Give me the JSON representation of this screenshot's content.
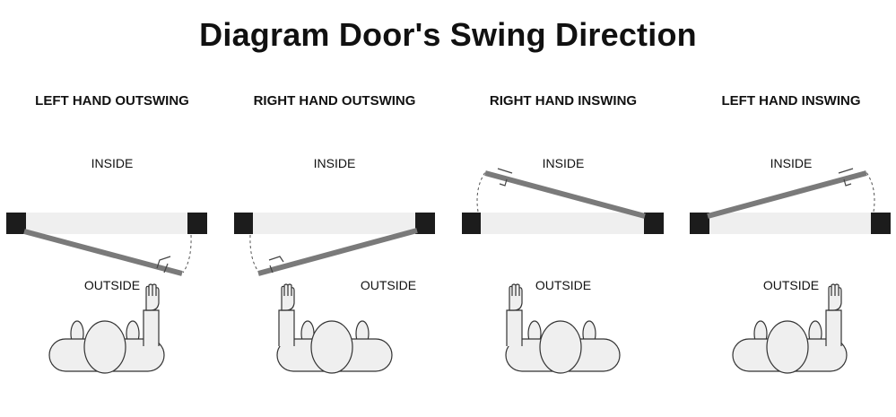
{
  "title": "Diagram Door's Swing Direction",
  "panels": [
    {
      "heading": "LEFT HAND OUTSWING",
      "inside_label": "INSIDE",
      "outside_label": "OUTSIDE"
    },
    {
      "heading": "RIGHT HAND OUTSWING",
      "inside_label": "INSIDE",
      "outside_label": "OUTSIDE"
    },
    {
      "heading": "RIGHT HAND INSWING",
      "inside_label": "INSIDE",
      "outside_label": "OUTSIDE"
    },
    {
      "heading": "LEFT HAND INSWING",
      "inside_label": "INSIDE",
      "outside_label": "OUTSIDE"
    }
  ],
  "colors": {
    "frame_post": "#1c1c1c",
    "door": "#7a7a7a",
    "opening": "#efefef",
    "figure_fill": "#efefef",
    "outline": "#333333"
  }
}
